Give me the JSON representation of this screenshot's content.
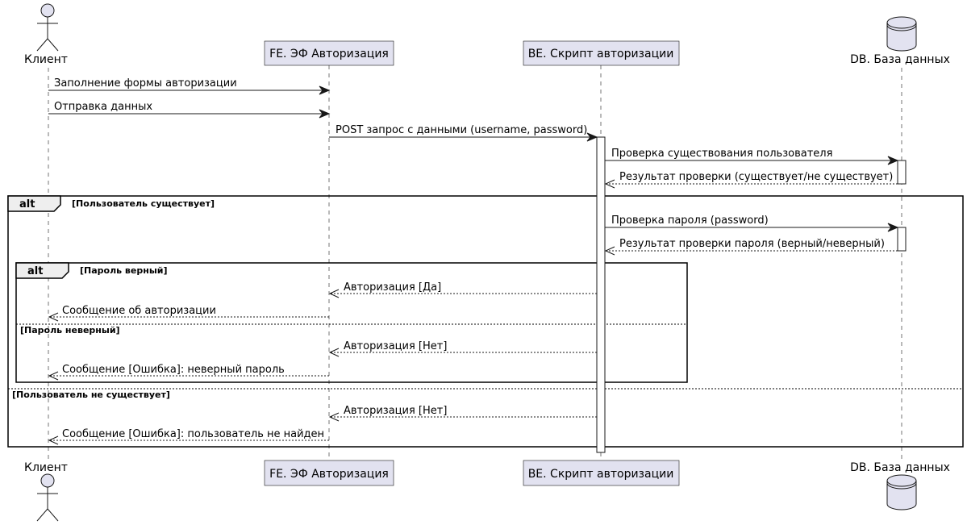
{
  "participants": [
    {
      "id": "client",
      "label": "Клиент",
      "type": "actor"
    },
    {
      "id": "fe",
      "label": "FE. ЭФ Авторизация",
      "type": "participant"
    },
    {
      "id": "be",
      "label": "BE. Скрипт авторизации",
      "type": "participant"
    },
    {
      "id": "db",
      "label": "DB. База данных",
      "type": "database"
    }
  ],
  "messages": [
    {
      "id": "m1",
      "from": "client",
      "to": "fe",
      "label": "Заполнение формы авторизации",
      "style": "solid"
    },
    {
      "id": "m2",
      "from": "client",
      "to": "fe",
      "label": "Отправка данных",
      "style": "solid"
    },
    {
      "id": "m3",
      "from": "fe",
      "to": "be",
      "label": "POST запрос с данными (username, password)",
      "style": "solid"
    },
    {
      "id": "m4",
      "from": "be",
      "to": "db",
      "label": "Проверка существования пользователя",
      "style": "solid"
    },
    {
      "id": "m5",
      "from": "db",
      "to": "be",
      "label": "Результат проверки (существует/не существует)",
      "style": "dashed"
    },
    {
      "id": "m6",
      "from": "be",
      "to": "db",
      "label": "Проверка пароля (password)",
      "style": "solid"
    },
    {
      "id": "m7",
      "from": "db",
      "to": "be",
      "label": "Результат проверки пароля (верный/неверный)",
      "style": "dashed"
    },
    {
      "id": "m8",
      "from": "be",
      "to": "fe",
      "label": "Авторизация [Да]",
      "style": "dashed"
    },
    {
      "id": "m9",
      "from": "fe",
      "to": "client",
      "label": "Сообщение об авторизации",
      "style": "dashed"
    },
    {
      "id": "m10",
      "from": "be",
      "to": "fe",
      "label": "Авторизация [Нет]",
      "style": "dashed"
    },
    {
      "id": "m11",
      "from": "fe",
      "to": "client",
      "label": "Сообщение [Ошибка]: неверный пароль",
      "style": "dashed"
    },
    {
      "id": "m12",
      "from": "be",
      "to": "fe",
      "label": "Авторизация [Нет]",
      "style": "dashed"
    },
    {
      "id": "m13",
      "from": "fe",
      "to": "client",
      "label": "Сообщение [Ошибка]: пользователь не найден",
      "style": "dashed"
    }
  ],
  "frames": {
    "outer": {
      "keyword": "alt",
      "guard": "[Пользователь существует]",
      "else_guard": "[Пользователь не существует]"
    },
    "inner": {
      "keyword": "alt",
      "guard": "[Пароль верный]",
      "else_guard": "[Пароль неверный]"
    }
  },
  "colors": {
    "participant_fill": "#E2E2F0",
    "actor_fill": "#E2E2F0",
    "line": "#181818",
    "frame_tab": "#EEEEEE",
    "background": "#FFFFFF"
  }
}
